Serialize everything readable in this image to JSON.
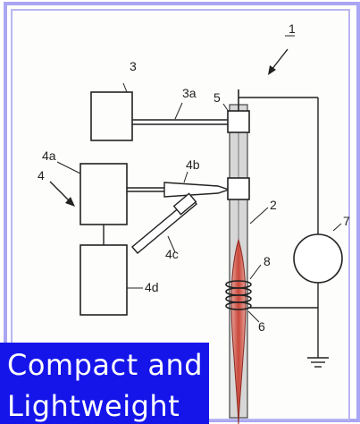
{
  "diagram": {
    "labels": {
      "device": "1",
      "box3": "3",
      "tube3a": "3a",
      "clamp5": "5",
      "box4a": "4a",
      "group4": "4",
      "tube4b": "4b",
      "rod2": "2",
      "circle7": "7",
      "coil8": "8",
      "tube4c": "4c",
      "box4d": "4d",
      "tip6": "6"
    }
  },
  "banner": {
    "line1": "Compact and",
    "line2": "Lightweight"
  },
  "colors": {
    "banner_bg": "#1515ea",
    "banner_text": "#ffffff",
    "frame": "#a9a6f3",
    "plasma": "#c9473a"
  }
}
